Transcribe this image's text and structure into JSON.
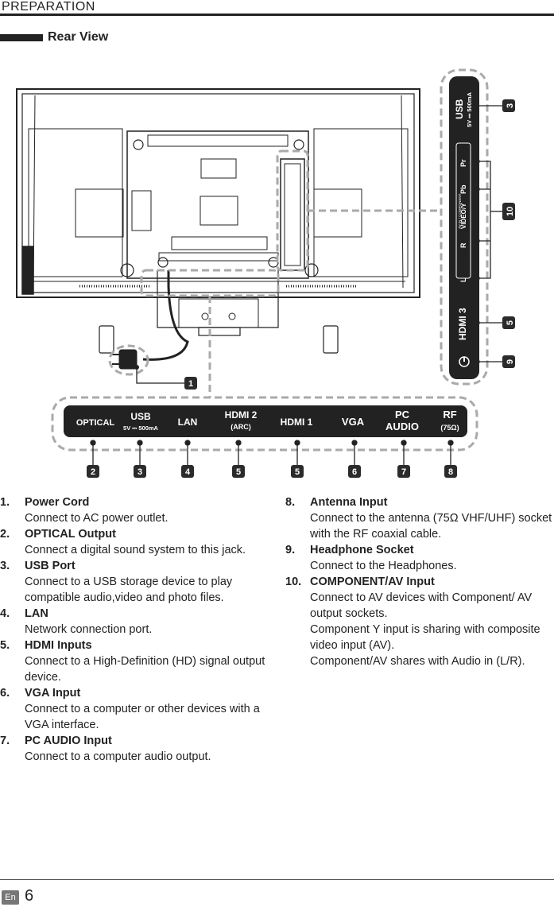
{
  "header": {
    "title": "PREPARATION"
  },
  "section": {
    "title": "Rear View"
  },
  "diagram": {
    "bottom_ports": [
      {
        "label": "OPTICAL",
        "sub": ""
      },
      {
        "label": "USB",
        "sub": "5V ⎓ 500mA"
      },
      {
        "label": "LAN",
        "sub": ""
      },
      {
        "label": "HDMI 2",
        "sub": "(ARC)"
      },
      {
        "label": "HDMI 1",
        "sub": ""
      },
      {
        "label": "VGA",
        "sub": ""
      },
      {
        "label": "PC",
        "sub": "AUDIO"
      },
      {
        "label": "RF",
        "sub": "(75Ω)"
      }
    ],
    "bottom_badges": [
      "2",
      "3",
      "4",
      "5",
      "5",
      "6",
      "7",
      "8"
    ],
    "side_ports": {
      "usb": "USB",
      "usb_sub": "5V ⎓ 500mA",
      "pr": "Pr",
      "pb": "Pb",
      "video_y": "VIDEO/Y",
      "av_in": "AV IN / COMPONENT",
      "r": "R",
      "l": "L",
      "hdmi3": "HDMI 3"
    },
    "side_badges": [
      "3",
      "10",
      "5",
      "9"
    ],
    "power_badge": "1",
    "colors": {
      "badge": "#2b2b2b",
      "dash": "#aaaaaa",
      "panel": "#222222"
    }
  },
  "left_items": [
    {
      "num": "1.",
      "title": "Power Cord",
      "desc": "Connect to AC power outlet."
    },
    {
      "num": "2.",
      "title": "OPTICAL Output",
      "desc": "Connect a digital sound system to this jack."
    },
    {
      "num": "3.",
      "title": "USB Port",
      "desc": "Connect to a USB storage device to play compatible audio,video and photo files."
    },
    {
      "num": "4.",
      "title": "LAN",
      "desc": "Network connection port."
    },
    {
      "num": "5.",
      "title": "HDMI Inputs",
      "desc": "Connect to a High-Definition (HD) signal output device."
    },
    {
      "num": "6.",
      "title": "VGA Input",
      "desc": "Connect to a computer or other devices with a VGA interface."
    },
    {
      "num": "7.",
      "title": "PC AUDIO Input",
      "desc": "Connect to a computer audio output."
    }
  ],
  "right_items": [
    {
      "num": "8.",
      "title": "Antenna Input",
      "desc": "Connect to the antenna (75Ω VHF/UHF) socket with the RF coaxial cable."
    },
    {
      "num": "9.",
      "title": "Headphone Socket",
      "desc": "Connect to the Headphones."
    },
    {
      "num": "10.",
      "title": "COMPONENT/AV Input",
      "desc": "Connect to AV devices with Component/ AV output sockets.",
      "desc2": "Component Y input is sharing with composite video input (AV).",
      "desc3": "Component/AV shares with Audio in (L/R)."
    }
  ],
  "footer": {
    "lang": "En",
    "page": "6"
  }
}
